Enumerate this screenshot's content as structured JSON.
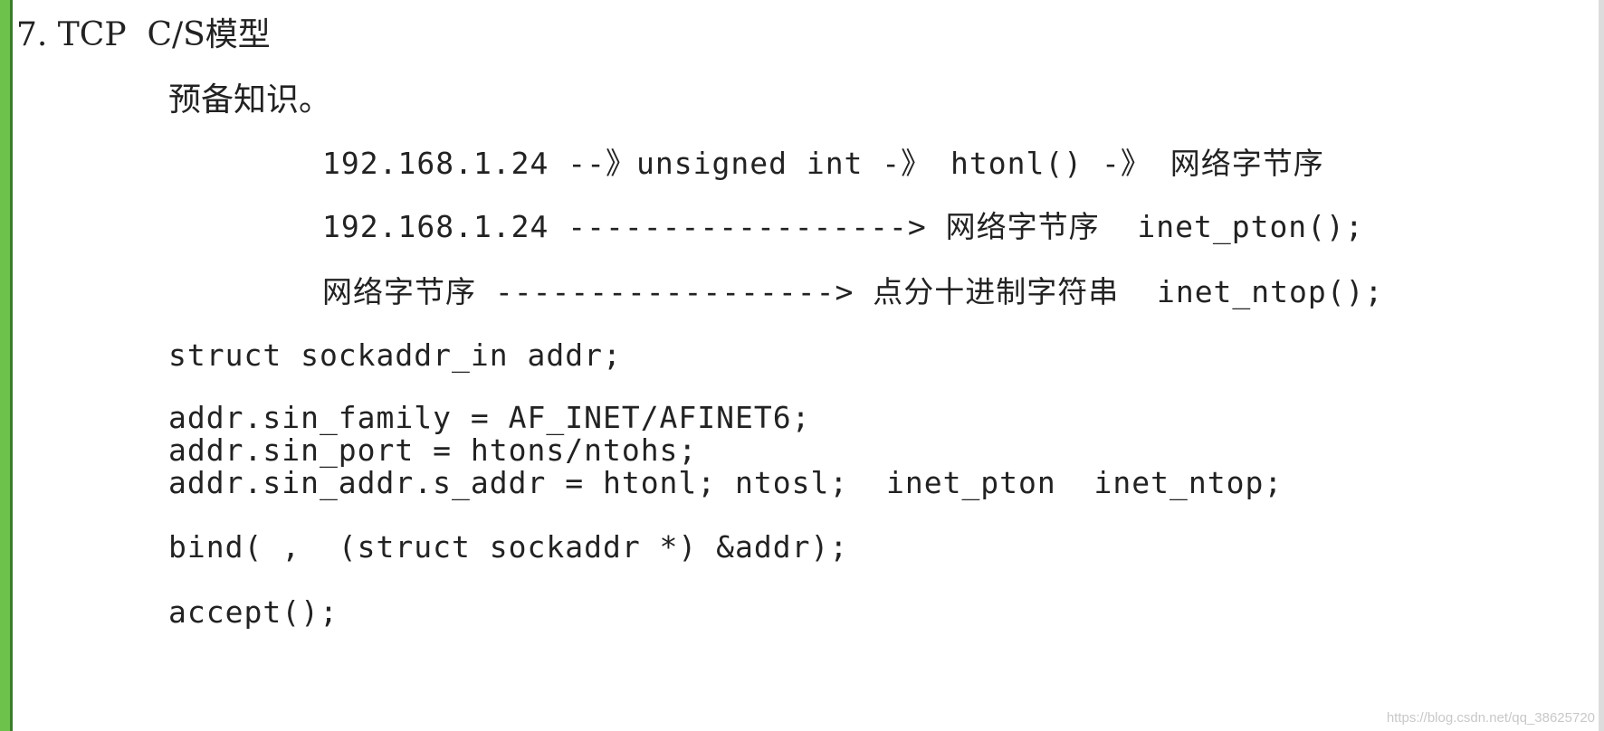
{
  "heading": "7. TCP  C/S模型",
  "prereq_label": "预备知识。",
  "notes": [
    "192.168.1.24 --》unsigned int -》 htonl() -》 网络字节序",
    "192.168.1.24 ------------------> 网络字节序  inet_pton();",
    "网络字节序 ------------------> 点分十进制字符串  inet_ntop();"
  ],
  "code": {
    "struct_decl": "struct sockaddr_in addr;",
    "assign_family": "addr.sin_family = AF_INET/AFINET6;",
    "assign_port": "addr.sin_port = htons/ntohs;",
    "assign_addr": "addr.sin_addr.s_addr = htonl; ntosl;  inet_pton  inet_ntop;",
    "bind_call": "bind( ,  (struct sockaddr *) &addr);",
    "accept_call": "accept();"
  },
  "watermark": "https://blog.csdn.net/qq_38625720",
  "colors": {
    "left_bar": "#6cc24a",
    "text": "#222222"
  }
}
